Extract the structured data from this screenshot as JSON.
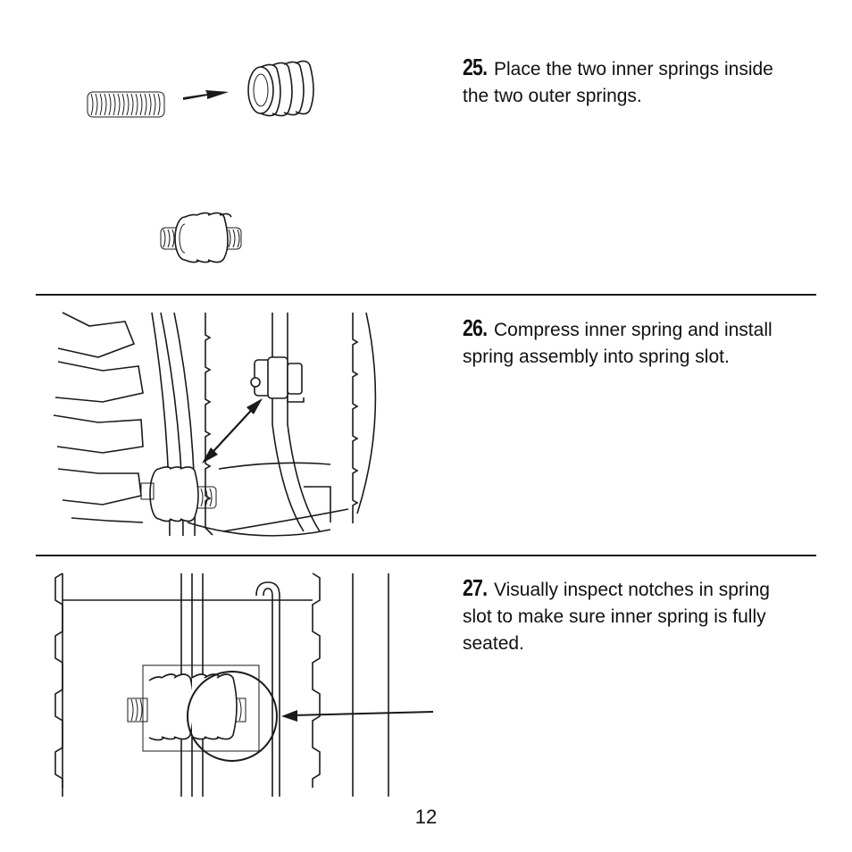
{
  "page": {
    "number": "12"
  },
  "steps": [
    {
      "number": "25.",
      "text": "Place the two inner  springs inside the two outer springs."
    },
    {
      "number": "26.",
      "text": "Compress inner spring and install spring assembly into spring slot."
    },
    {
      "number": "27.",
      "text": "Visually inspect notches in spring slot to make sure inner spring is fully seated."
    }
  ]
}
